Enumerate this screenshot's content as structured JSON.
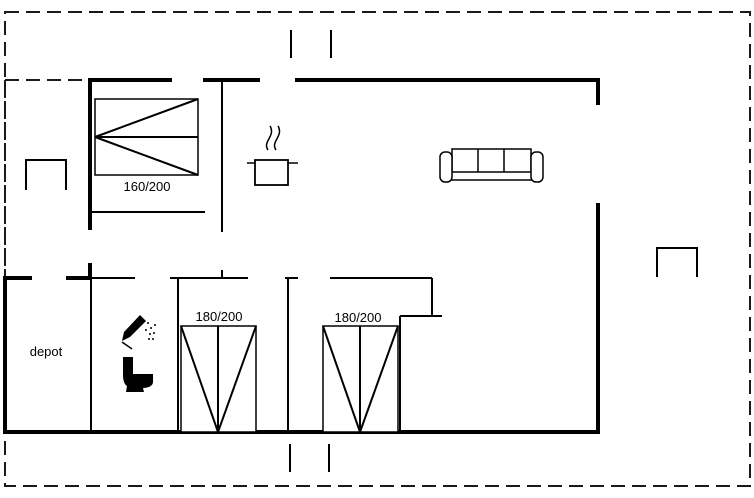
{
  "rooms": {
    "bedroom_1": {
      "bed_label": "160/200"
    },
    "bedroom_2": {
      "bed_label": "180/200"
    },
    "bedroom_3": {
      "bed_label": "180/200"
    },
    "storage": {
      "label": "depot"
    }
  },
  "icons": {
    "kitchen": "cooking-pot-icon",
    "living": "sofa-icon",
    "bathroom_shower": "shower-icon",
    "bathroom_toilet": "toilet-icon"
  }
}
